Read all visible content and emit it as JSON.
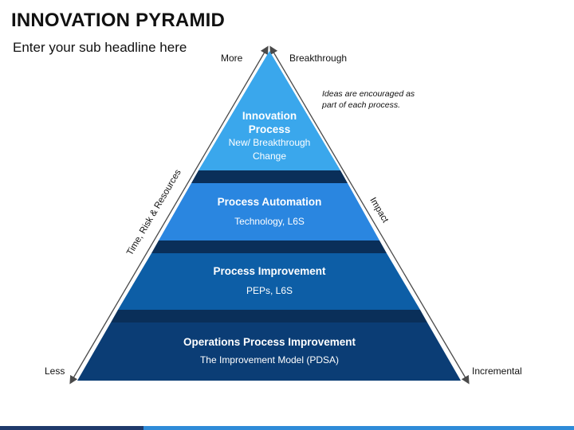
{
  "header": {
    "title": "INNOVATION PYRAMID",
    "subtitle": "Enter your sub headline here"
  },
  "labels": {
    "top_left": "More",
    "top_right": "Breakthrough",
    "bottom_left": "Less",
    "bottom_right": "Incremental",
    "left_axis": "Time, Risk & Resources",
    "right_axis": "Impact",
    "note": "Ideas are encouraged as part of each process."
  },
  "tiers": [
    {
      "heading_line1": "Innovation",
      "heading_line2": "Process",
      "sub_line1": "New/ Breakthrough",
      "sub_line2": "Change",
      "color": "#3aa7ec"
    },
    {
      "heading": "Process Automation",
      "sub": "Technology, L6S",
      "color": "#2a86e0"
    },
    {
      "heading": "Process Improvement",
      "sub": "PEPs, L6S",
      "color": "#0d5ea6"
    },
    {
      "heading": "Operations Process Improvement",
      "sub": "The Improvement Model (PDSA)",
      "color": "#0b3d75"
    }
  ],
  "colors": {
    "tier_shadow": "#0a2f59",
    "line": "#4a4a4a"
  }
}
